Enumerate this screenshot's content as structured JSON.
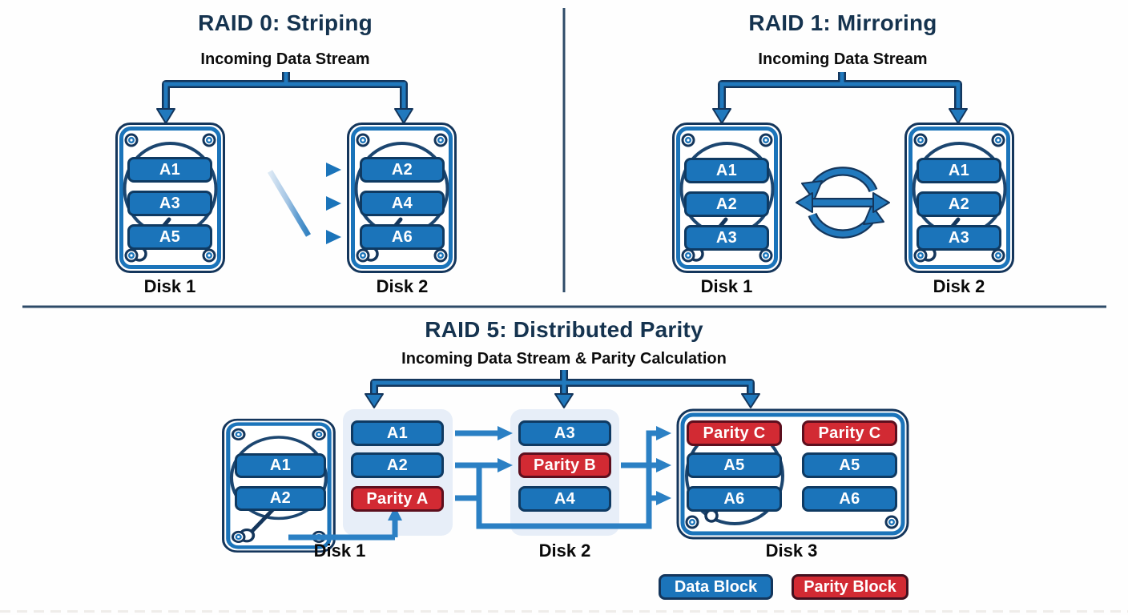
{
  "raid0": {
    "title": "RAID 0: Striping",
    "subtitle": "Incoming Data Stream",
    "disk1_label": "Disk 1",
    "disk2_label": "Disk 2",
    "disk1_blocks": [
      "A1",
      "A3",
      "A5"
    ],
    "disk2_blocks": [
      "A2",
      "A4",
      "A6"
    ]
  },
  "raid1": {
    "title": "RAID 1: Mirroring",
    "subtitle": "Incoming Data Stream",
    "disk1_label": "Disk 1",
    "disk2_label": "Disk 2",
    "disk1_blocks": [
      "A1",
      "A2",
      "A3"
    ],
    "disk2_blocks": [
      "A1",
      "A2",
      "A3"
    ]
  },
  "raid5": {
    "title": "RAID 5: Distributed Parity",
    "subtitle": "Incoming Data Stream & Parity Calculation",
    "disk1_label": "Disk 1",
    "disk2_label": "Disk 2",
    "disk3_label": "Disk 3",
    "disk1_icon_blocks": [
      "A1",
      "A2"
    ],
    "disk1_blocks": [
      {
        "label": "A1",
        "type": "data"
      },
      {
        "label": "A2",
        "type": "data"
      },
      {
        "label": "Parity A",
        "type": "parity"
      }
    ],
    "disk2_blocks": [
      {
        "label": "A3",
        "type": "data"
      },
      {
        "label": "Parity B",
        "type": "parity"
      },
      {
        "label": "A4",
        "type": "data"
      }
    ],
    "disk3_col1_blocks": [
      {
        "label": "Parity C",
        "type": "parity"
      },
      {
        "label": "A5",
        "type": "data"
      },
      {
        "label": "A6",
        "type": "data"
      }
    ],
    "disk3_col2_blocks": [
      {
        "label": "Parity C",
        "type": "parity"
      },
      {
        "label": "A5",
        "type": "data"
      },
      {
        "label": "A6",
        "type": "data"
      }
    ]
  },
  "legend": {
    "data_label": "Data Block",
    "parity_label": "Parity Block"
  },
  "colors": {
    "data_block": "#1b74ba",
    "parity_block": "#d22a33",
    "outline_navy": "#14365c",
    "arrow_blue": "#2b80c4",
    "title_text": "#15334f",
    "panel_bg": "#e7eef8"
  }
}
